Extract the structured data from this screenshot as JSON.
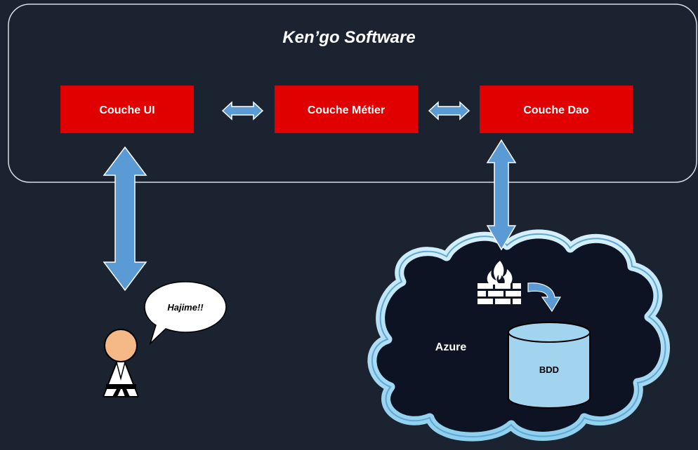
{
  "title": "Ken’go Software",
  "layers": {
    "ui": "Couche UI",
    "metier": "Couche Métier",
    "dao": "Couche Dao"
  },
  "user": {
    "speech": "Hajime!!"
  },
  "cloud": {
    "name": "Azure",
    "database": "BDD"
  },
  "colors": {
    "background": "#1b2230",
    "layer_box": "#e00000",
    "arrow": "#5b9bd5",
    "cloud_fill": "#0d1323",
    "cloud_outline": "#b9e3f6",
    "database": "#a3d4ef",
    "skin": "#f5b887"
  },
  "icons": [
    "firewall-icon",
    "flame-icon",
    "person-icon",
    "database-icon"
  ]
}
